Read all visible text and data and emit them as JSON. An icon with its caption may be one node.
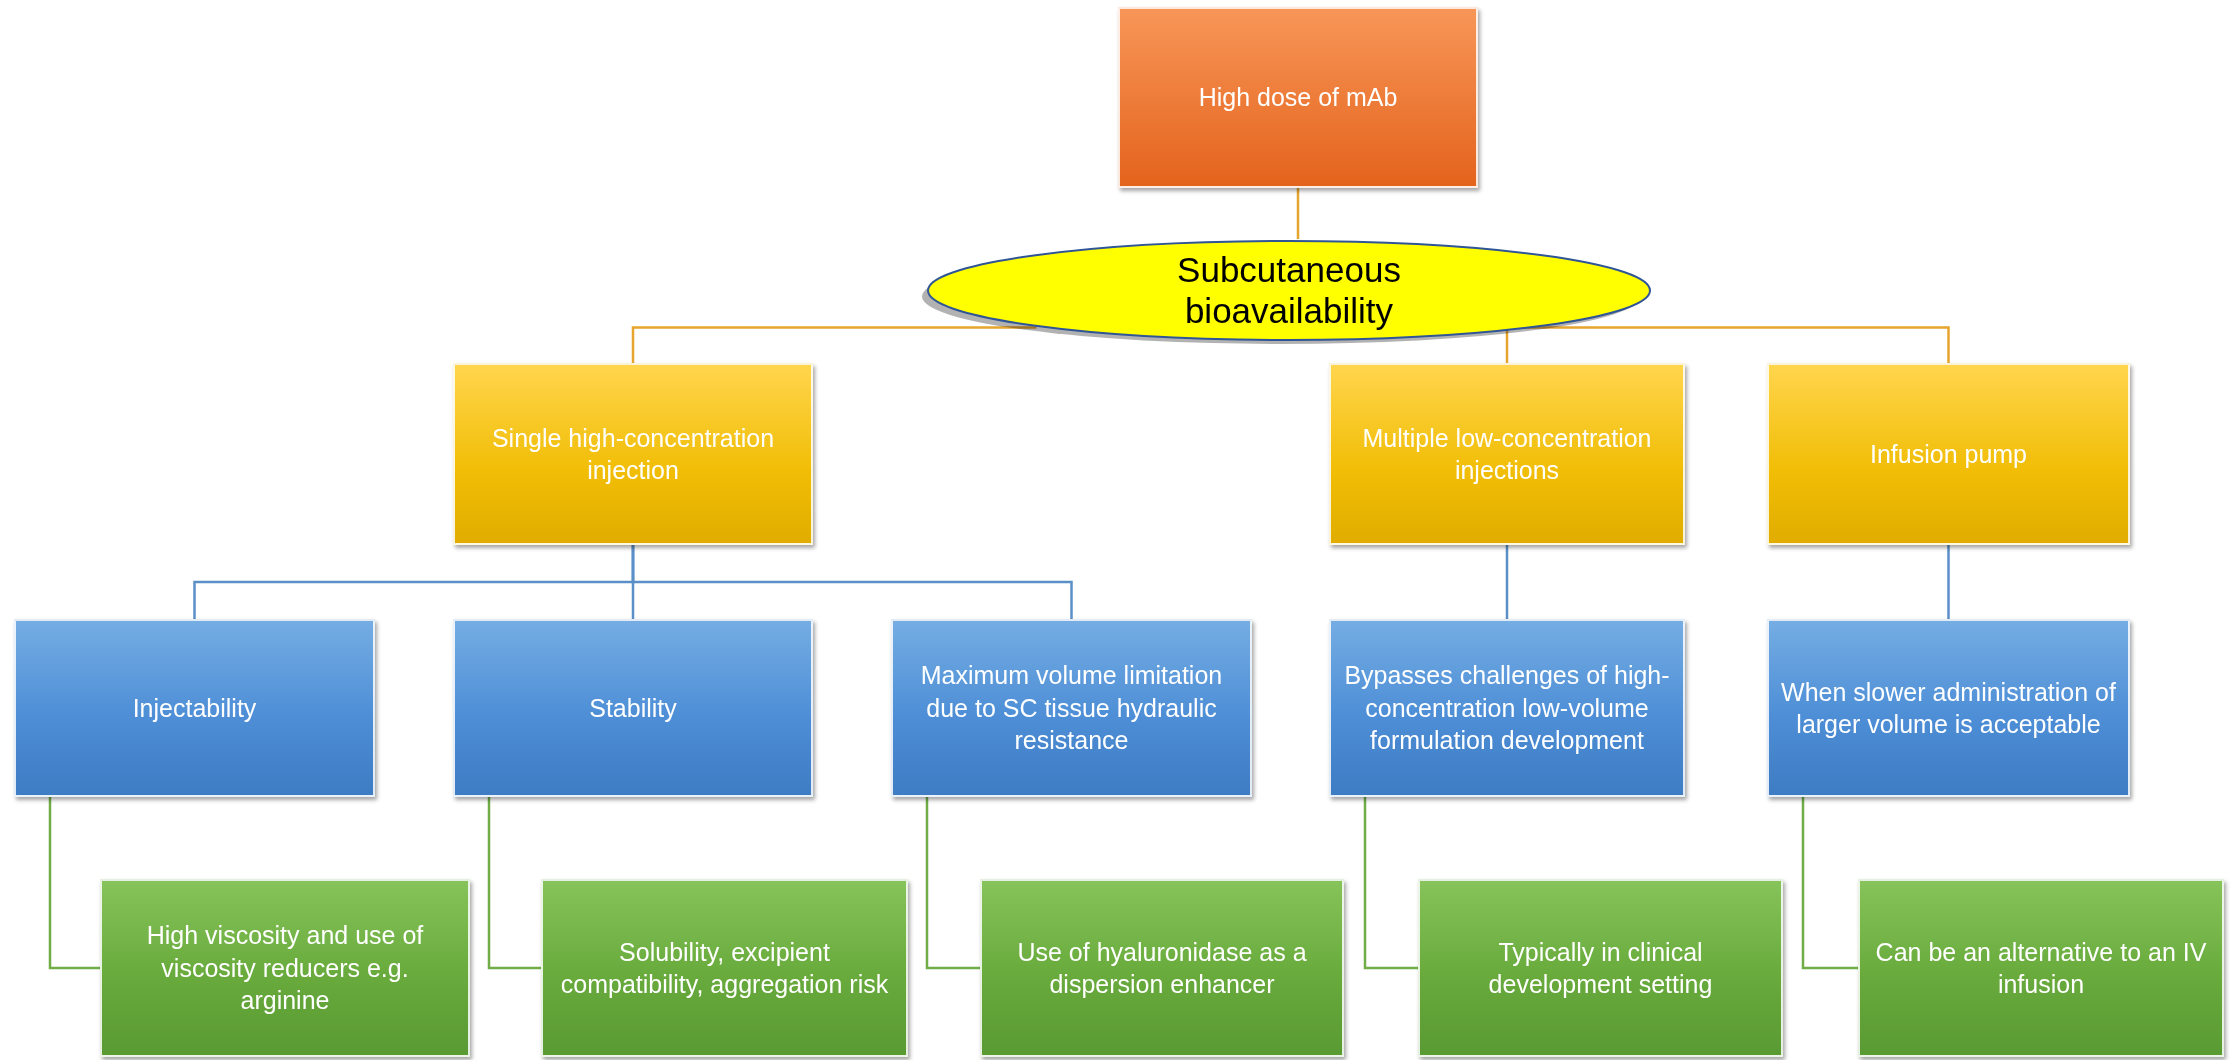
{
  "diagram": {
    "nodes": [
      {
        "text": [
          "High dose of mAb"
        ]
      },
      {
        "text": [
          "Subcutaneous bioavailability"
        ]
      },
      {
        "text": [
          "Single high-concentration injection"
        ]
      },
      {
        "text": [
          "Multiple low-concentration injections"
        ]
      },
      {
        "text": [
          "Infusion pump"
        ]
      },
      {
        "text": [
          "Injectability"
        ]
      },
      {
        "text": [
          "Stability"
        ]
      },
      {
        "text": [
          "Maximum volume limitation due to SC tissue hydraulic resistance"
        ]
      },
      {
        "text": [
          "Bypasses challenges of high-concentration low-volume formulation development"
        ]
      },
      {
        "text": [
          "When slower administration of larger volume is acceptable"
        ]
      },
      {
        "text": [
          "High viscosity and use of viscosity reducers e.g. arginine"
        ]
      },
      {
        "text": [
          "Solubility, excipient compatibility, aggregation risk"
        ]
      },
      {
        "text": [
          "Use of hyaluronidase as a dispersion enhancer"
        ]
      },
      {
        "text": [
          "Typically in clinical development setting"
        ]
      },
      {
        "text": [
          "Can be an alternative to an IV infusion"
        ]
      }
    ],
    "edges": [
      {
        "from": 0,
        "to": 1,
        "arrow": "none",
        "color": "#e6a52e"
      },
      {
        "from": 1,
        "to": 2,
        "arrow": "none",
        "color": "#e6a52e"
      },
      {
        "from": 1,
        "to": 3,
        "arrow": "none",
        "color": "#e6a52e"
      },
      {
        "from": 1,
        "to": 4,
        "arrow": "none",
        "color": "#e6a52e"
      },
      {
        "from": 2,
        "to": 5,
        "arrow": "none",
        "color": "#5b8fc7"
      },
      {
        "from": 2,
        "to": 6,
        "arrow": "none",
        "color": "#5b8fc7"
      },
      {
        "from": 2,
        "to": 7,
        "arrow": "none",
        "color": "#5b8fc7"
      },
      {
        "from": 3,
        "to": 8,
        "arrow": "none",
        "color": "#5b8fc7"
      },
      {
        "from": 4,
        "to": 9,
        "arrow": "none",
        "color": "#5b8fc7"
      },
      {
        "from": 5,
        "to": 10,
        "arrow": "none",
        "color": "#70ad47"
      },
      {
        "from": 6,
        "to": 11,
        "arrow": "none",
        "color": "#70ad47"
      },
      {
        "from": 7,
        "to": 12,
        "arrow": "none",
        "color": "#70ad47"
      },
      {
        "from": 8,
        "to": 13,
        "arrow": "none",
        "color": "#70ad47"
      },
      {
        "from": 9,
        "to": 14,
        "arrow": "none",
        "color": "#70ad47"
      }
    ]
  }
}
